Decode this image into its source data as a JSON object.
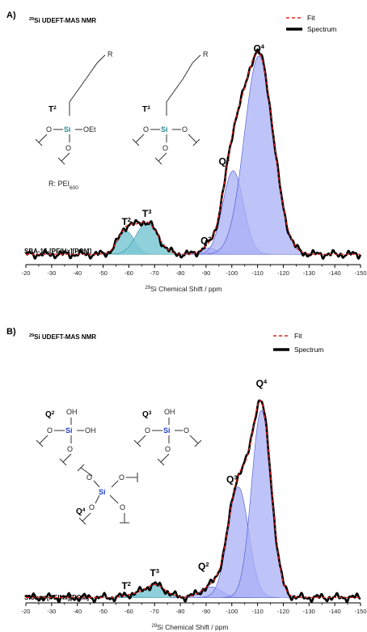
{
  "colors": {
    "spectrum": "#000000",
    "fit": "#e0201b",
    "t_fill": "#7cc8d4",
    "t_stroke": "#2e95a5",
    "q_fill": "#aab0f5",
    "q_stroke": "#4650d0",
    "si_A": "#2a8a9a",
    "si_B": "#1e3fd0"
  },
  "chart_data": [
    {
      "type": "line",
      "panel_letter": "A)",
      "title": "29Si UDEFT-MAS NMR",
      "title_sup": "29",
      "title_rest": "Si UDEFT-MAS NMR",
      "xlabel_sup": "29",
      "xlabel_rest": "Si Chemical Shift / ppm",
      "xlim": [
        -20,
        -150
      ],
      "x_reversed": true,
      "x_ticks": [
        -20,
        -30,
        -40,
        -50,
        -60,
        -70,
        -80,
        -90,
        -100,
        -110,
        -120,
        -130,
        -140,
        -150
      ],
      "y_range": [
        0,
        1.0
      ],
      "legend": {
        "position": "top-right",
        "entries": [
          "Fit",
          "Spectrum"
        ],
        "display": [
          "Fit",
          "Spectrum"
        ]
      },
      "sample_label": "SBA-15-[PEIHx][POM]",
      "baseline": 0.03,
      "components": [
        {
          "name": "T2",
          "label": "T",
          "sup": "2",
          "group": "T",
          "center": -59,
          "width": 3.2,
          "height": 0.11
        },
        {
          "name": "T3",
          "label": "T",
          "sup": "3",
          "group": "T",
          "center": -67,
          "width": 4.2,
          "height": 0.15
        },
        {
          "name": "Q2",
          "label": "Q",
          "sup": "2",
          "group": "Q",
          "center": -91,
          "width": 3.0,
          "height": 0.03
        },
        {
          "name": "Q3",
          "label": "Q",
          "sup": "3",
          "group": "Q",
          "center": -100.5,
          "width": 4.0,
          "height": 0.4
        },
        {
          "name": "Q4",
          "label": "Q",
          "sup": "4",
          "group": "Q",
          "center": -110.5,
          "width": 5.6,
          "height": 0.95
        }
      ],
      "peak_labels": [
        {
          "label": "T",
          "sup": "2",
          "x": -59,
          "y": 0.17
        },
        {
          "label": "T",
          "sup": "3",
          "x": -67,
          "y": 0.21
        },
        {
          "label": "Q",
          "sup": "2",
          "x": -90,
          "y": 0.08
        },
        {
          "label": "Q",
          "sup": "3",
          "x": -97,
          "y": 0.46
        },
        {
          "label": "Q",
          "sup": "4",
          "x": -110.5,
          "y": 1.0
        }
      ],
      "structures": {
        "t2": {
          "label": "T",
          "sup": "2",
          "si": "Si",
          "o": "O",
          "oet": "OEt",
          "r": "R"
        },
        "t3": {
          "label": "T",
          "sup": "3",
          "si": "Si",
          "o": "O",
          "r": "R"
        },
        "r_def_prefix": "R: PEI",
        "r_def_sub": "600"
      }
    },
    {
      "type": "line",
      "panel_letter": "B)",
      "title": "29Si UDEFT-MAS NMR",
      "title_sup": "29",
      "title_rest": "Si UDEFT-MAS NMR",
      "xlabel_sup": "29",
      "xlabel_rest": "Si Chemical Shift / ppm",
      "xlim": [
        -20,
        -150
      ],
      "x_reversed": true,
      "x_ticks": [
        -20,
        -30,
        -40,
        -50,
        -60,
        -70,
        -80,
        -90,
        -100,
        -110,
        -120,
        -130,
        -140,
        -150
      ],
      "y_range": [
        0,
        1.0
      ],
      "legend": {
        "position": "top-right",
        "entries": [
          "Fit",
          "Spectrum"
        ],
        "display": [
          "Fit",
          "Spectrum"
        ]
      },
      "sample_label": "Stöber-[PEIHx][POM]",
      "baseline": 0.01,
      "components": [
        {
          "name": "T2",
          "label": "T",
          "sup": "2",
          "group": "T",
          "center": -61,
          "width": 3.0,
          "height": 0.012
        },
        {
          "name": "T3",
          "label": "T",
          "sup": "3",
          "group": "T",
          "center": -70,
          "width": 4.0,
          "height": 0.06
        },
        {
          "name": "Q2",
          "label": "Q",
          "sup": "2",
          "group": "Q",
          "center": -92,
          "width": 4.0,
          "height": 0.05
        },
        {
          "name": "Q3",
          "label": "Q",
          "sup": "3",
          "group": "Q",
          "center": -102.5,
          "width": 4.0,
          "height": 0.52
        },
        {
          "name": "Q4",
          "label": "Q",
          "sup": "4",
          "group": "Q",
          "center": -111.5,
          "width": 3.8,
          "height": 0.88
        }
      ],
      "peak_labels": [
        {
          "label": "T",
          "sup": "2",
          "x": -59,
          "y": 0.05
        },
        {
          "label": "T",
          "sup": "3",
          "x": -70,
          "y": 0.11
        },
        {
          "label": "Q",
          "sup": "2",
          "x": -89,
          "y": 0.14
        },
        {
          "label": "Q",
          "sup": "3",
          "x": -100,
          "y": 0.55
        },
        {
          "label": "Q",
          "sup": "4",
          "x": -111.5,
          "y": 1.0
        }
      ],
      "structures": {
        "q2": {
          "label": "Q",
          "sup": "2",
          "si": "Si",
          "o": "O",
          "oh": "OH"
        },
        "q3": {
          "label": "Q",
          "sup": "3",
          "si": "Si",
          "o": "O",
          "oh": "OH"
        },
        "q4": {
          "label": "Q",
          "sup": "4",
          "si": "Si",
          "o": "O"
        }
      }
    }
  ]
}
